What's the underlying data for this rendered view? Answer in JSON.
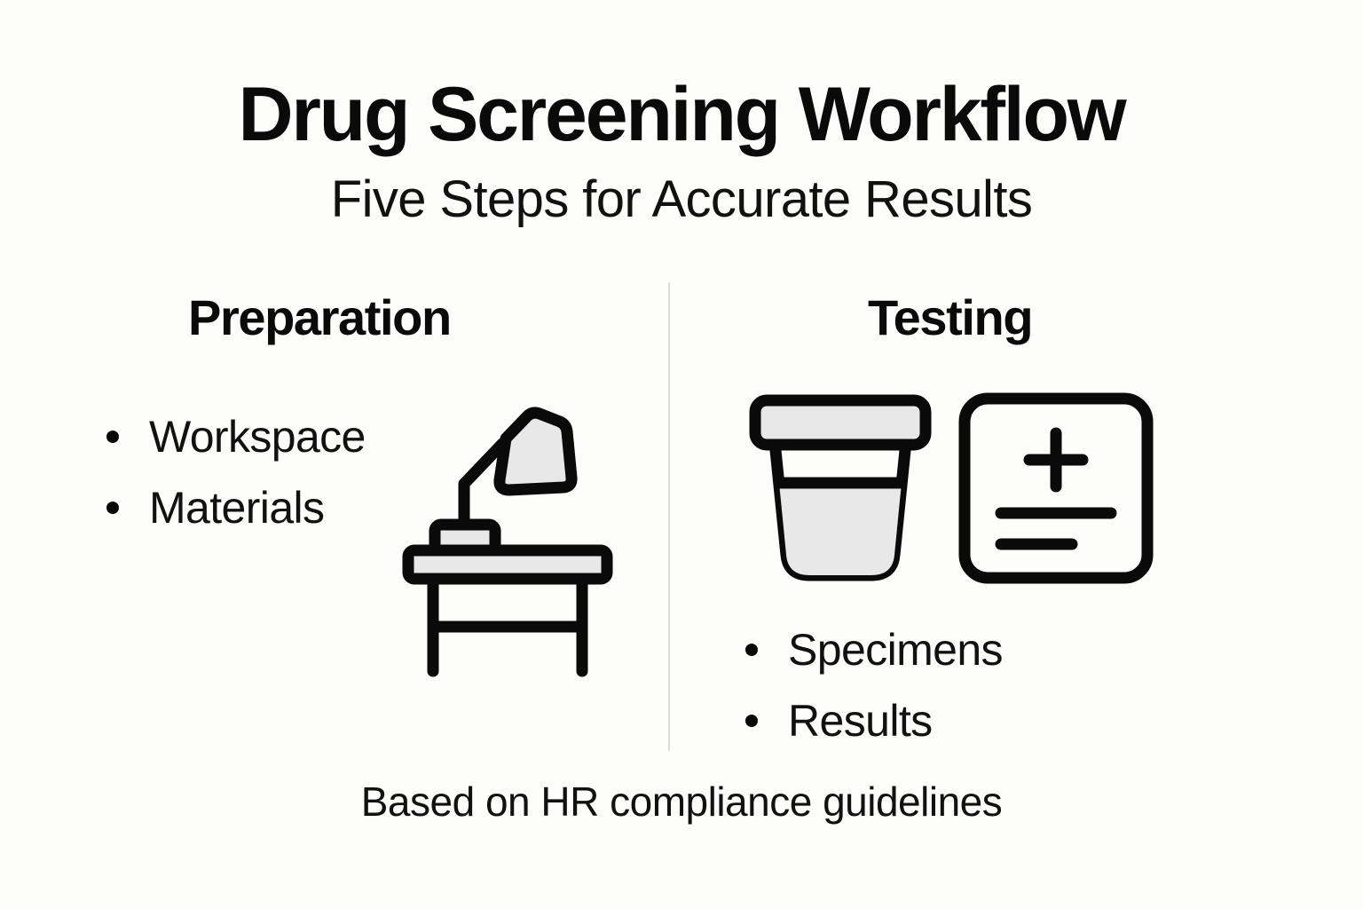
{
  "header": {
    "title": "Drug Screening Workflow",
    "subtitle": "Five Steps for Accurate Results"
  },
  "columns": [
    {
      "id": "preparation",
      "heading": "Preparation",
      "bullets": [
        "Workspace",
        "Materials"
      ],
      "icon": "desk-lamp-icon"
    },
    {
      "id": "testing",
      "heading": "Testing",
      "bullets": [
        "Specimens",
        "Results"
      ],
      "icons": [
        "specimen-cup-icon",
        "result-card-icon"
      ]
    }
  ],
  "footer": {
    "note": "Based on HR compliance guidelines"
  },
  "colors": {
    "background": "#FDFDFC",
    "ink": "#0A0A0A",
    "body_text": "#111111",
    "divider": "#DCDCDC",
    "icon_fill": "#E8E8E8"
  }
}
